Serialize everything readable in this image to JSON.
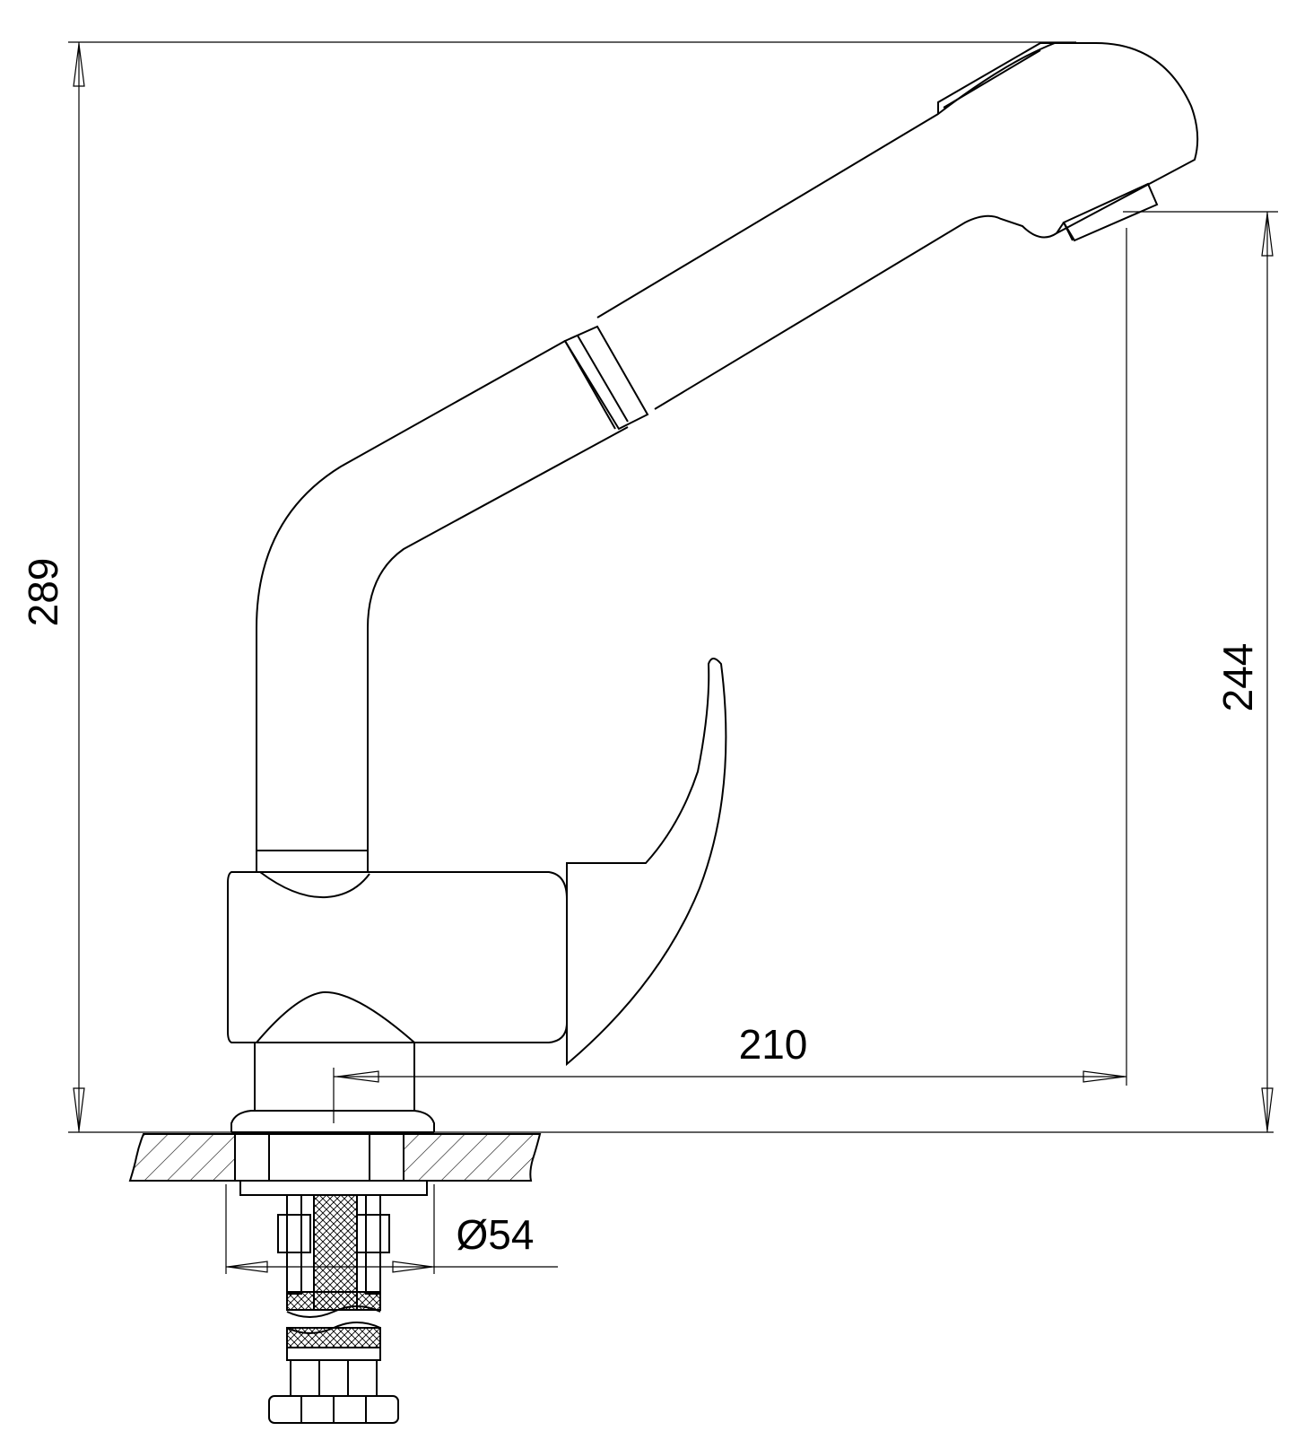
{
  "dimensions": {
    "overall_height": "289",
    "spout_outlet_height": "244",
    "spout_reach": "210",
    "mounting_hole_diameter": "Ø54"
  }
}
